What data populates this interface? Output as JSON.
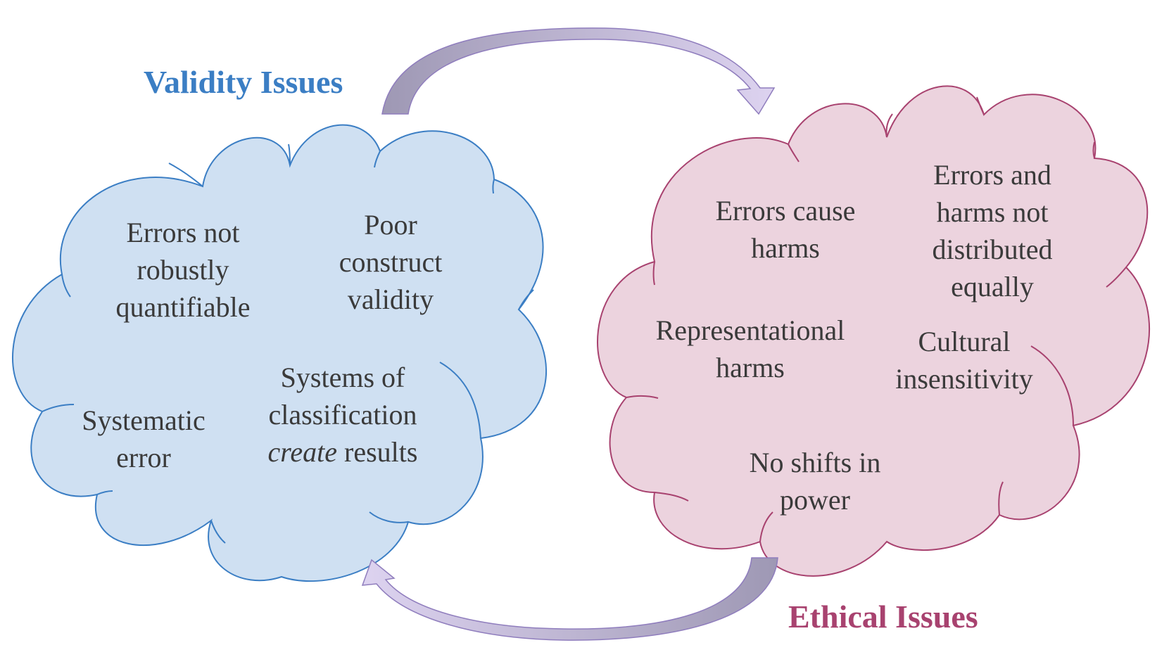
{
  "validity": {
    "title": "Validity Issues",
    "color": "#3b7ec4",
    "fill": "#cfe0f2",
    "items": {
      "errors_not_quantifiable": [
        "Errors not",
        "robustly",
        "quantifiable"
      ],
      "poor_construct_validity": [
        "Poor",
        "construct",
        "validity"
      ],
      "systematic_error": [
        "Systematic",
        "error"
      ],
      "systems_of_classification": [
        "Systems of",
        "classification"
      ],
      "create_word": "create",
      "results_word": " results"
    }
  },
  "ethical": {
    "title": "Ethical Issues",
    "color": "#a8426f",
    "fill": "#ecd3de",
    "items": {
      "errors_cause_harms": [
        "Errors cause",
        "harms"
      ],
      "errors_harms_not_distributed": [
        "Errors and",
        "harms not",
        "distributed",
        "equally"
      ],
      "representational_harms": [
        "Representational",
        "harms"
      ],
      "cultural_insensitivity": [
        "Cultural",
        "insensitivity"
      ],
      "no_shifts_in_power": [
        "No shifts in",
        "power"
      ]
    }
  },
  "arrows": {
    "dark": "#9e98b4",
    "light": "#d9d0ec",
    "stroke": "#8f7dbd"
  }
}
